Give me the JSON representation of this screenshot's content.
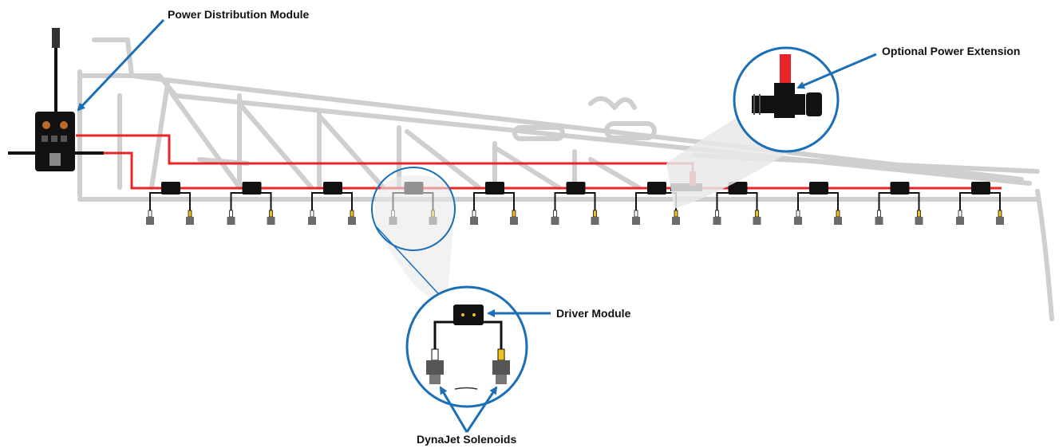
{
  "labels": {
    "power_distribution_module": "Power Distribution Module",
    "optional_power_extension": "Optional Power Extension",
    "driver_module": "Driver Module",
    "dynajet_solenoids": "DynaJet Solenoids"
  },
  "colors": {
    "power_line": "#e8262a",
    "callout_arrow": "#1b6fb7",
    "boom_stroke": "#cfcfcf",
    "boom_fill": "#f2f2f2",
    "module": "#111111",
    "solenoid": "#6b6b6b",
    "connector_yellow": "#f2c21b",
    "magnifier_fill": "#e9e9e9"
  },
  "components": {
    "driver_module_count": 11,
    "solenoids_per_driver": 2
  }
}
